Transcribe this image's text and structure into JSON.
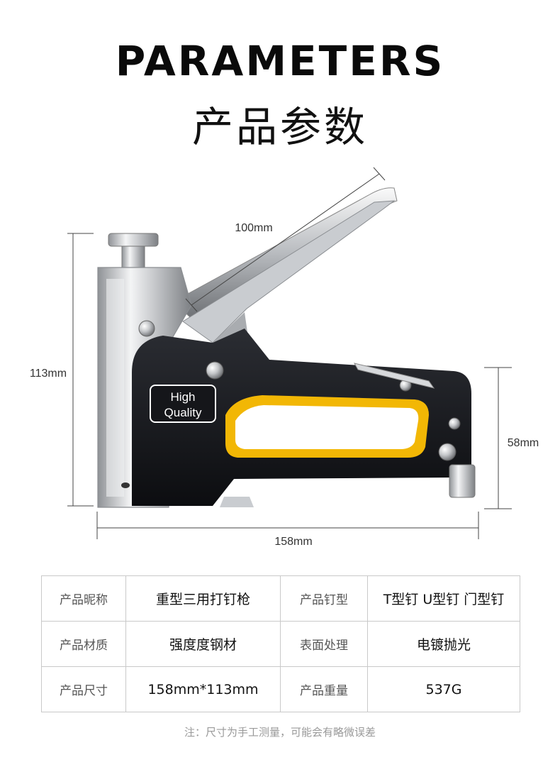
{
  "header": {
    "title_en": "PARAMETERS",
    "title_cn": "产品参数"
  },
  "figure": {
    "badge_line1": "High",
    "badge_line2": "Quality",
    "dimensions": {
      "handle": "100mm",
      "height": "113mm",
      "rear_height": "58mm",
      "length": "158mm"
    }
  },
  "spec_table": {
    "rows": [
      {
        "label1": "产品昵称",
        "value1": "重型三用打钉枪",
        "label2": "产品钉型",
        "value2": "T型钉  U型钉  门型钉"
      },
      {
        "label1": "产品材质",
        "value1": "强度度钢材",
        "label2": "表面处理",
        "value2": "电镀抛光"
      },
      {
        "label1": "产品尺寸",
        "value1": "158mm*113mm",
        "label2": "产品重量",
        "value2": "537G"
      }
    ]
  },
  "note": "注：尺寸为手工测量，可能会有略微误差"
}
